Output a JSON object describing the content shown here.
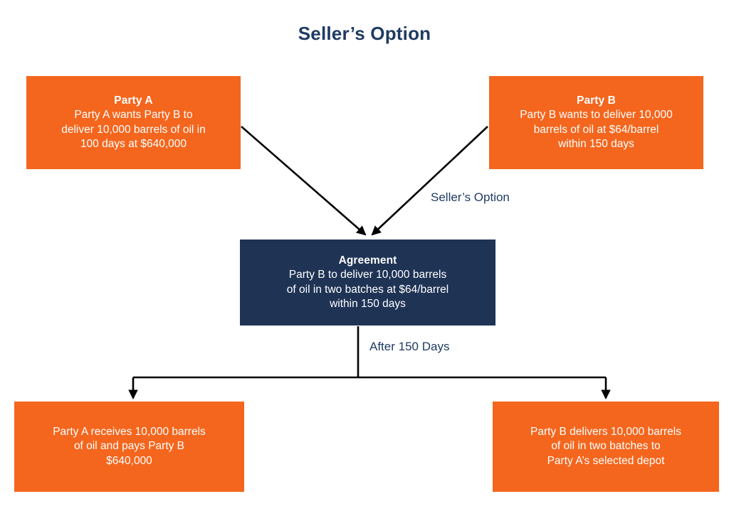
{
  "title": "Seller’s Option",
  "colors": {
    "orange": "#F4661D",
    "navy": "#1F3355",
    "title_navy": "#1F3B63",
    "edge_black": "#000000",
    "background": "#FFFFFF",
    "node_text": "#FFFFFF"
  },
  "nodes": {
    "party_a": {
      "header": "Party A",
      "lines": [
        "Party A wants Party B to",
        "deliver 10,000 barrels of oil in",
        "100 days at $640,000"
      ]
    },
    "party_b": {
      "header": "Party B",
      "lines": [
        "Party B wants to deliver 10,000",
        "barrels of oil at $64/barrel",
        "within 150 days"
      ]
    },
    "agreement": {
      "header": "Agreement",
      "lines": [
        "Party B to deliver 10,000 barrels",
        "of oil in two batches at $64/barrel",
        "within 150 days"
      ]
    },
    "outcome_party_a": {
      "header": "",
      "lines": [
        "Party A receives 10,000 barrels",
        "of oil and pays Party B",
        "$640,000"
      ]
    },
    "outcome_party_b": {
      "header": "",
      "lines": [
        "Party B delivers 10,000 barrels",
        "of oil in two batches to",
        "Party A’s selected depot"
      ]
    }
  },
  "edges": {
    "sellers_option_label": "Seller’s Option",
    "after_150_days_label": "After 150 Days"
  }
}
